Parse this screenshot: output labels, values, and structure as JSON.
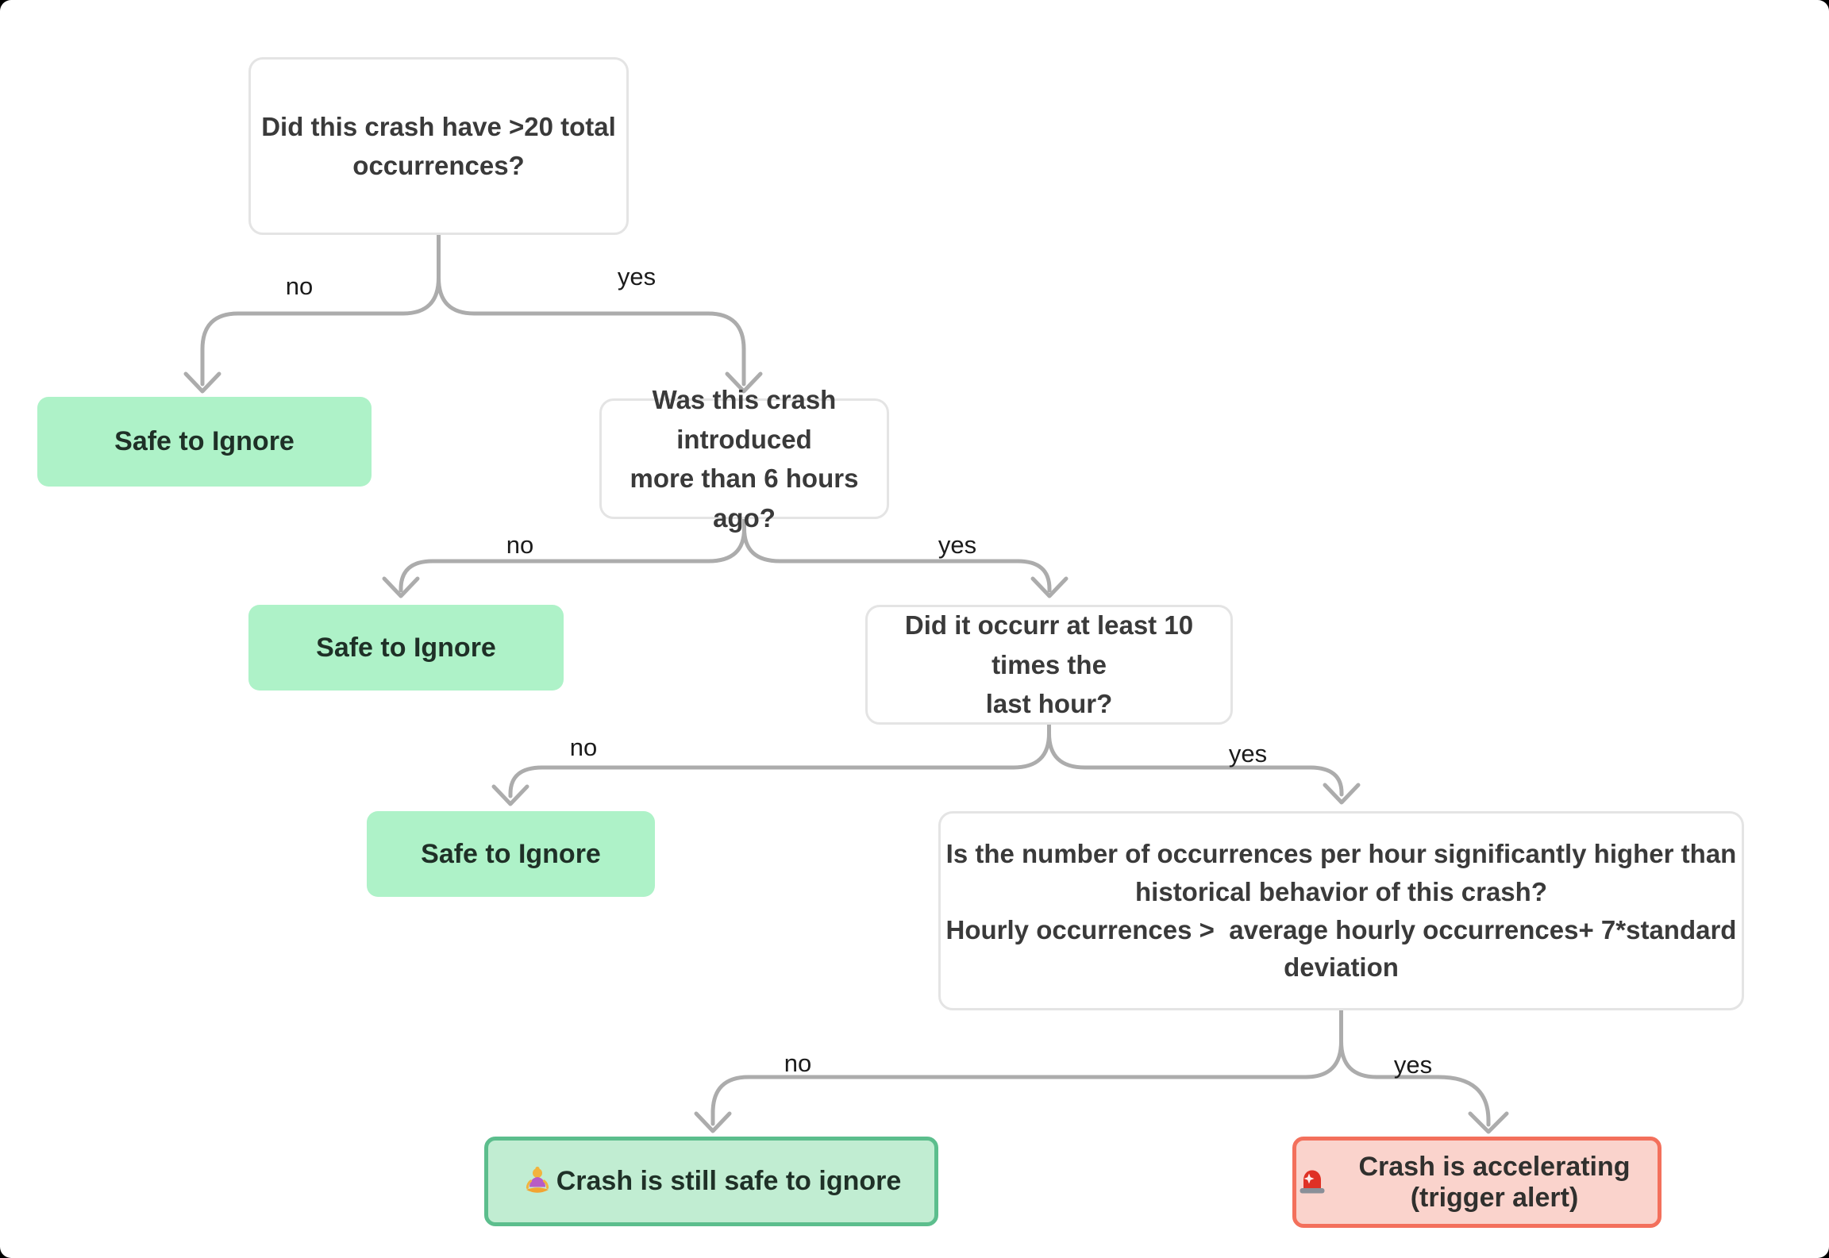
{
  "flowchart": {
    "nodes": {
      "q1": {
        "lines": [
          "Did this crash have >20 total",
          "occurrences?"
        ]
      },
      "a1": {
        "text": "Safe to Ignore"
      },
      "q2": {
        "lines": [
          "Was this crash introduced",
          "more than 6 hours ago?"
        ]
      },
      "a2": {
        "text": "Safe to Ignore"
      },
      "q3": {
        "lines": [
          "Did it occurr at least 10 times the",
          "last hour?"
        ]
      },
      "a3": {
        "text": "Safe to Ignore"
      },
      "q4": {
        "lines": [
          "Is the number of occurrences per hour significantly higher than",
          "historical behavior of this crash?",
          "Hourly occurrences >  average hourly occurrences+ 7*standard",
          "deviation"
        ]
      },
      "result_safe": {
        "icon": "lotus-emoji",
        "emoji": "🧘",
        "text": "Crash is still safe to ignore"
      },
      "result_alert": {
        "icon": "siren-emoji",
        "emoji": "🚨",
        "text": "Crash is accelerating (trigger alert)"
      }
    },
    "edges": {
      "q1": {
        "no": "no",
        "yes": "yes"
      },
      "q2": {
        "no": "no",
        "yes": "yes"
      },
      "q3": {
        "no": "no",
        "yes": "yes"
      },
      "q4": {
        "no": "no",
        "yes": "yes"
      }
    },
    "colors": {
      "mint_fill": "#aef2c8",
      "safe_fill": "#c1edd2",
      "safe_border": "#5cbe8d",
      "alert_fill": "#fad3cc",
      "alert_border": "#f3705c",
      "question_border": "#e4e4e4",
      "question_text": "#3a3a3a",
      "leaf_text": "#1f3027",
      "connector": "#acacac",
      "label_text": "#1b1b1b"
    }
  }
}
